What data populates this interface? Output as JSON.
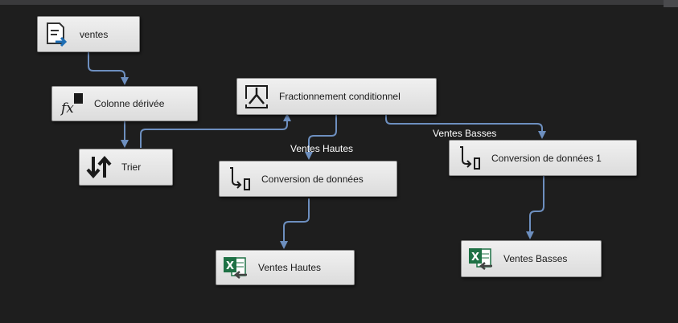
{
  "nodes": {
    "source": {
      "label": "ventes",
      "icon": "flat-file-source-icon"
    },
    "derived": {
      "label": "Colonne dérivée",
      "icon": "derived-column-fx-icon"
    },
    "sort": {
      "label": "Trier",
      "icon": "sort-arrows-icon"
    },
    "split": {
      "label": "Fractionnement conditionnel",
      "icon": "conditional-split-icon"
    },
    "conv_high": {
      "label": "Conversion de données",
      "icon": "data-conversion-icon"
    },
    "conv_low": {
      "label": "Conversion de données 1",
      "icon": "data-conversion-icon"
    },
    "dest_high": {
      "label": "Ventes Hautes",
      "icon": "excel-destination-icon"
    },
    "dest_low": {
      "label": "Ventes Basses",
      "icon": "excel-destination-icon"
    }
  },
  "paths": {
    "high_label": "Ventes Hautes",
    "low_label": "Ventes Basses"
  },
  "colors": {
    "canvas": "#1e1e1e",
    "connector": "#6d8fbf",
    "excel_green": "#1e7145",
    "arrow_blue": "#1f6fb5"
  }
}
